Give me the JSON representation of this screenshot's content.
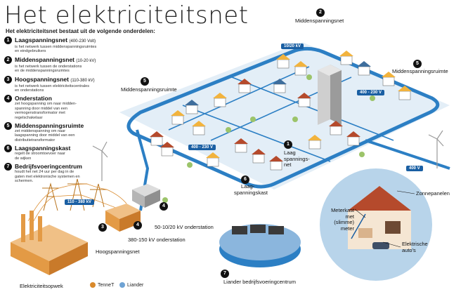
{
  "title": "Het elektriciteitsnet",
  "intro": "Het elektriciteitsnet bestaat uit de volgende onderdelen:",
  "legend": [
    {
      "n": "1",
      "title": "Laagspanningsnet",
      "sub": "(400-230 Volt)",
      "desc1": "is het netwerk tussen middenspanningsruimtes",
      "desc2": "en eindgebruikers",
      "desc3": "",
      "desc4": ""
    },
    {
      "n": "2",
      "title": "Middenspanningsnet",
      "sub": "(10-20 kV)",
      "desc1": "is het netwerk tussen de onderstations",
      "desc2": "en de middenspanningsruimtes",
      "desc3": "",
      "desc4": ""
    },
    {
      "n": "3",
      "title": "Hoogspanningsnet",
      "sub": "(110-380 kV)",
      "desc1": "is het netwerk tussen elektriciteitscentrales",
      "desc2": "en onderstations",
      "desc3": "",
      "desc4": ""
    },
    {
      "n": "4",
      "title": "Onderstation",
      "sub": "",
      "desc1": "zet hoogspanning om naar midden-",
      "desc2": "spanning door middel van een",
      "desc3": "vermogenstransformator met",
      "desc4": "regelschakelaar"
    },
    {
      "n": "5",
      "title": "Middenspanningsruimte",
      "sub": "",
      "desc1": "zet middenspanning om naar",
      "desc2": "laagspanning door middel van een",
      "desc3": "distributietransformator",
      "desc4": ""
    },
    {
      "n": "6",
      "title": "Laagspanningskast",
      "sub": "",
      "desc1": "regelt de stroomtoevoer naar",
      "desc2": "de wijken",
      "desc3": "",
      "desc4": ""
    },
    {
      "n": "7",
      "title": "Bedrijfsvoeringcentrum",
      "sub": "",
      "desc1": "houdt het net 24 uur per dag in de",
      "desc2": "gaten met elektronische systemen en",
      "desc3": "schermen.",
      "desc4": ""
    }
  ],
  "labels": {
    "middenspanningsnet": "Middenspanningsnet",
    "mr_left": "Middenspanningsruimte",
    "mr_right": "Middenspanningsruimte",
    "laag1": "Laag",
    "laag2": "spannings-",
    "laag3": "net",
    "kast1": "Laag-",
    "kast2": "spanningskast",
    "onder_mid": "50-10/20 kV onderstation",
    "onder_hoog": "380-150 kV onderstation",
    "hoogspanningsnet": "Hoogspanningsnet",
    "opwek": "Elektriciteitsopwek",
    "centrum": "Liander bedrijfsvoeringcentrum",
    "zonnepanelen": "Zonnepanelen",
    "meterkast1": "Meterkast",
    "meterkast2": "met",
    "meterkast3": "(slimme)",
    "meterkast4": "meter",
    "auto1": "Elektrische",
    "auto2": "auto's"
  },
  "badges": {
    "b2": "2",
    "b5a": "5",
    "b5b": "5",
    "b1": "1",
    "b6": "6",
    "b3": "3",
    "b4a": "4",
    "b4b": "4",
    "b7": "7"
  },
  "voltage_tags": {
    "t1": "10/20 kV",
    "t2": "400 - 230 V",
    "t3": "400 - 230 V",
    "t4": "400  V",
    "t5": "110 - 380 kV"
  },
  "keys": {
    "tennet": "TenneT",
    "liander": "Liander"
  },
  "colors": {
    "tennet": "#d9892b",
    "liander": "#6fa3d4",
    "network": "#2c7fc4",
    "grass": "#b8d4ea"
  }
}
